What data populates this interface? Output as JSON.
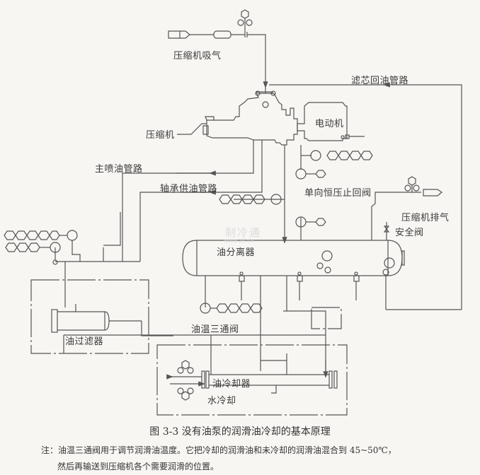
{
  "labels": {
    "suction": "压缩机吸气",
    "filter_return": "滤芯回油管路",
    "motor": "电动机",
    "compressor": "压缩机",
    "main_injection": "主喷油管路",
    "bearing_supply": "轴承供油管路",
    "check_valve": "单向恒压止回阀",
    "discharge": "压缩机排气",
    "safety_valve": "安全阀",
    "oil_separator": "油分离器",
    "oil_temp_valve": "油温三通阀",
    "oil_filter": "油过滤器",
    "oil_cooler": "油冷却器",
    "water_cooling": "水冷却"
  },
  "watermark": {
    "text": "制冷通",
    "url_text": "www.zlt.cn"
  },
  "caption": {
    "figure": "图 3-3   没有油泵的润滑油冷却的基本原理",
    "note_line1": "注：油温三通阀用于调节润滑油温度。它把冷却的润滑油和未冷却的润滑油混合到 45~50℃，",
    "note_line2": "然后再输送到压缩机各个需要润滑的位置。"
  }
}
